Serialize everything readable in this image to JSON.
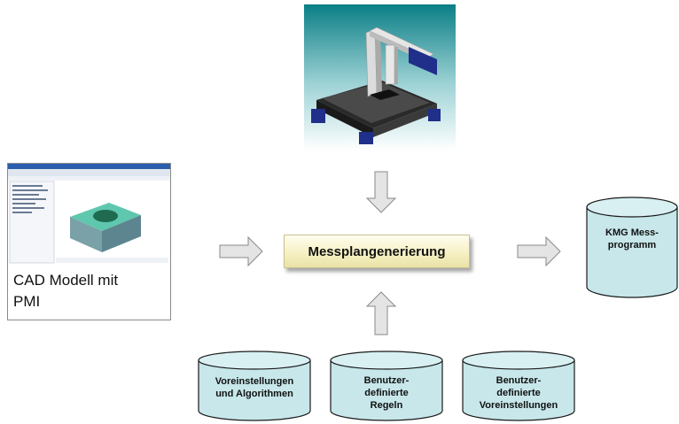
{
  "diagram": {
    "process": {
      "label": "Messplangenerierung"
    },
    "cad": {
      "caption_line1": "CAD Modell mit",
      "caption_line2": "PMI"
    },
    "output": {
      "line1": "KMG Mess-",
      "line2": "programm"
    },
    "inputs": [
      {
        "lines": [
          "Voreinstellungen",
          "und Algorithmen"
        ]
      },
      {
        "lines": [
          "Benutzer-",
          "definierte",
          "Regeln"
        ]
      },
      {
        "lines": [
          "Benutzer-",
          "definierte",
          "Voreinstellungen"
        ]
      }
    ]
  },
  "colors": {
    "cylinder_fill": "#c7e7ea",
    "cylinder_stroke": "#1a1a1a",
    "process_fill": "#f6f1c4",
    "arrow_fill": "#e4e4e4",
    "arrow_stroke": "#8a8a8a"
  }
}
